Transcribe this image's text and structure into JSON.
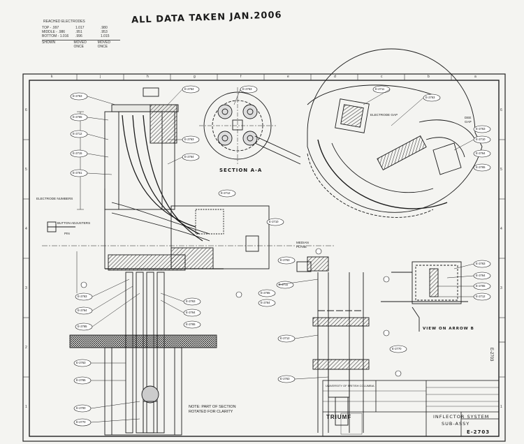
{
  "header": {
    "title": "ALL DATA TAKEN JAN.2006"
  },
  "readings": {
    "rows": [
      [
        "REACHED ELECTRODES",
        "",
        ""
      ],
      [
        "TOP - .997",
        "1.017",
        ".980"
      ],
      [
        "MIDDLE - .986",
        ".951",
        ".953"
      ],
      [
        "BOTTOM - 1.016",
        ".996",
        "1.015"
      ]
    ],
    "footer": [
      "SHOWN",
      "MOVED ONCE",
      "MOVED ONCE"
    ]
  },
  "grid": {
    "top_letters": [
      "k",
      "j",
      "h",
      "g",
      "f",
      "e",
      "d",
      "c",
      "b",
      "a"
    ],
    "side_numbers": [
      "6",
      "5",
      "4",
      "3",
      "2",
      "1"
    ]
  },
  "sections": {
    "section_aa": "SECTION A-A",
    "view_arrow": "VIEW ON ARROW B",
    "median_plane": "MEDIAN PLANE",
    "note": "NOTE: PART OF SECTION ROTATED FOR CLARITY"
  },
  "callouts": {
    "e2763": "E-2763",
    "e2764": "E-2764",
    "e2765": "E-2765",
    "e2712": "E-2712",
    "e2715": "E-2715",
    "e2711": "E-2711",
    "e2710": "E-2710",
    "e2761": "E-2761",
    "e2700": "E-2700",
    "e2770": "E-2770"
  },
  "annotations": {
    "electrode_gap": "ELECTRODE GAP",
    "dee": "DEE",
    "gap": "GAP",
    "button_adjuster": "BUTTON ADJUSTERS",
    "pin": "PIN",
    "electrode_legend": "ELECTRODE NUMBERS"
  },
  "title_block": {
    "company": "TRIUMF",
    "line1": "INFLECTOR SYSTEM",
    "line2": "SUB-ASSY",
    "drawing_no": "E-2703",
    "side_no": "E-2703",
    "university": "UNIVERSITY OF BRITISH COLUMBIA"
  }
}
